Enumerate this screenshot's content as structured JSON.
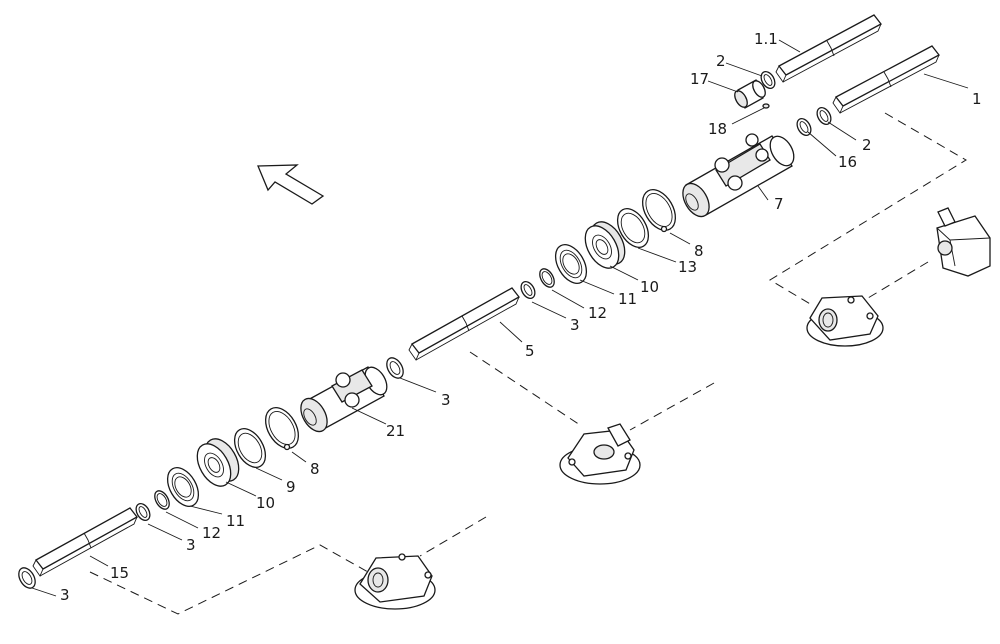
{
  "diagram": {
    "labels": {
      "l1_1": "1.1",
      "l2a": "2",
      "l17": "17",
      "l18": "18",
      "l1": "1",
      "l2b": "2",
      "l16": "16",
      "l7": "7",
      "l8a": "8",
      "l13": "13",
      "l10a": "10",
      "l11a": "11",
      "l12a": "12",
      "l3a": "3",
      "l5": "5",
      "l3b": "3",
      "l21": "21",
      "l8b": "8",
      "l9": "9",
      "l10b": "10",
      "l11b": "11",
      "l12b": "12",
      "l3c": "3",
      "l15": "15",
      "l3d": "3"
    },
    "icons": [
      "direction-arrow-icon"
    ],
    "colors": {
      "line": "#1a1a1a",
      "shade": "#e8e8e8",
      "background": "#ffffff"
    }
  }
}
